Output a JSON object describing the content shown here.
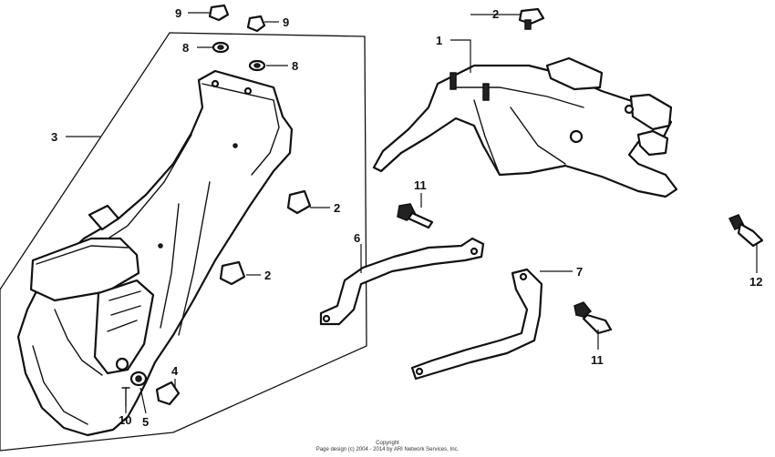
{
  "diagram": {
    "callouts": {
      "c1": "1",
      "c2a": "2",
      "c2b": "2",
      "c2c": "2",
      "c3": "3",
      "c4": "4",
      "c5": "5",
      "c6": "6",
      "c7": "7",
      "c8a": "8",
      "c8b": "8",
      "c9a": "9",
      "c9b": "9",
      "c10": "10",
      "c11a": "11",
      "c11b": "11",
      "c12": "12"
    }
  },
  "footer": {
    "line1": "Copyright",
    "line2": "Page design (c) 2004 - 2014 by ARI Network Services, Inc."
  }
}
